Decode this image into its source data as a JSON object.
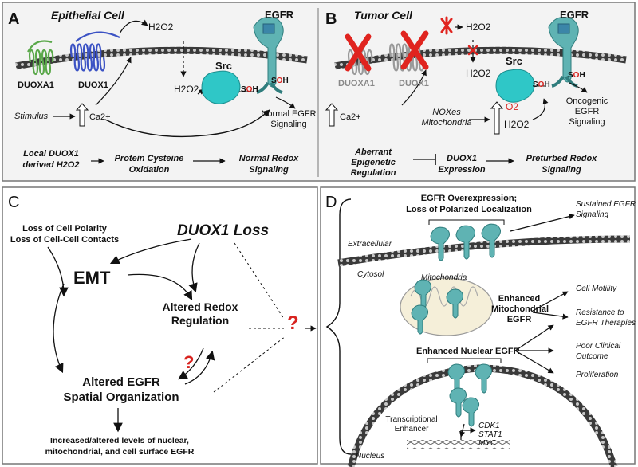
{
  "panel_a": {
    "letter": "A",
    "title": "Epithelial Cell",
    "duoxa1": "DUOXA1",
    "duox1": "DUOX1",
    "h2o2_top": "H2O2",
    "h2o2_mid": "H2O2",
    "src": "Src",
    "egfr": "EGFR",
    "soh_src": "S",
    "soh_src_o": "O",
    "soh_src_h": "H",
    "soh_egfr": "S",
    "soh_egfr_o": "O",
    "soh_egfr_h": "H",
    "stimulus": "Stimulus",
    "ca": "Ca2+",
    "normal_egfr_1": "Normal EGFR",
    "normal_egfr_2": "Signaling",
    "flow_1a": "Local DUOX1",
    "flow_1b": "derived H2O2",
    "flow_2": "Protein Cysteine",
    "flow_2b": "Oxidation",
    "flow_3": "Normal Redox",
    "flow_3b": "Signaling"
  },
  "panel_b": {
    "letter": "B",
    "title": "Tumor Cell",
    "duoxa1": "DUOXA1",
    "duox1": "DUOX1",
    "h2o2_top": "H2O2",
    "h2o2_mid": "H2O2",
    "src": "Src",
    "egfr": "EGFR",
    "soh_src": "S",
    "soh_src_o": "O",
    "soh_src_h": "H",
    "soh_egfr": "S",
    "soh_egfr_o": "O",
    "soh_egfr_h": "H",
    "ca": "Ca2+",
    "noxes_1": "NOXes",
    "noxes_2": "Mitochondria",
    "o2": "O2",
    "h2o2_low": "H2O2",
    "oncogenic_1": "Oncogenic",
    "oncogenic_2": "EGFR",
    "oncogenic_3": "Signaling",
    "flow_1a": "Aberrant",
    "flow_1b": "Epigenetic",
    "flow_1c": "Regulation",
    "flow_2": "DUOX1",
    "flow_2b": "Expression",
    "flow_3": "Preturbed Redox",
    "flow_3b": "Signaling"
  },
  "panel_c": {
    "letter": "C",
    "loss_polarity": "Loss of Cell Polarity",
    "loss_contacts": "Loss of Cell-Cell Contacts",
    "duox1_loss": "DUOX1 Loss",
    "emt": "EMT",
    "altered_redox_1": "Altered Redox",
    "altered_redox_2": "Regulation",
    "altered_egfr_1": "Altered EGFR",
    "altered_egfr_2": "Spatial Organization",
    "question": "?",
    "bottom_1": "Increased/altered levels of nuclear,",
    "bottom_2": "mitochondrial, and cell surface EGFR",
    "question_mid": "?"
  },
  "panel_d": {
    "letter": "D",
    "overexp_1": "EGFR Overexpression;",
    "overexp_2": "Loss of Polarized Localization",
    "extracellular": "Extracellular",
    "sustained_1": "Sustained EGFR",
    "sustained_2": "Signaling",
    "cytosol": "Cytosol",
    "mitochondria": "Mitochondria",
    "enh_mito_1": "Enhanced",
    "enh_mito_2": "Mitochondrial",
    "enh_mito_3": "EGFR",
    "motility": "Cell Motility",
    "resistance_1": "Resistance to",
    "resistance_2": "EGFR Therapies",
    "poor_1": "Poor Clinical",
    "poor_2": "Outcome",
    "prolif": "Proliferation",
    "enh_nuclear": "Enhanced Nuclear EGFR",
    "transc_1": "Transcriptional",
    "transc_2": "Enhancer",
    "gene_1": "CDK1",
    "gene_2": "STAT1",
    "gene_3": "MYC",
    "nucleus": "Nucleus"
  },
  "colors": {
    "duoxa1": "#5aa84a",
    "duox1": "#3b52c4",
    "egfr": "#5fb3b3",
    "src": "#2fc7c7",
    "red_x": "#e0241f",
    "gray_protein": "#9a9a9a",
    "panel_bg_top": "#f2f2f2"
  }
}
